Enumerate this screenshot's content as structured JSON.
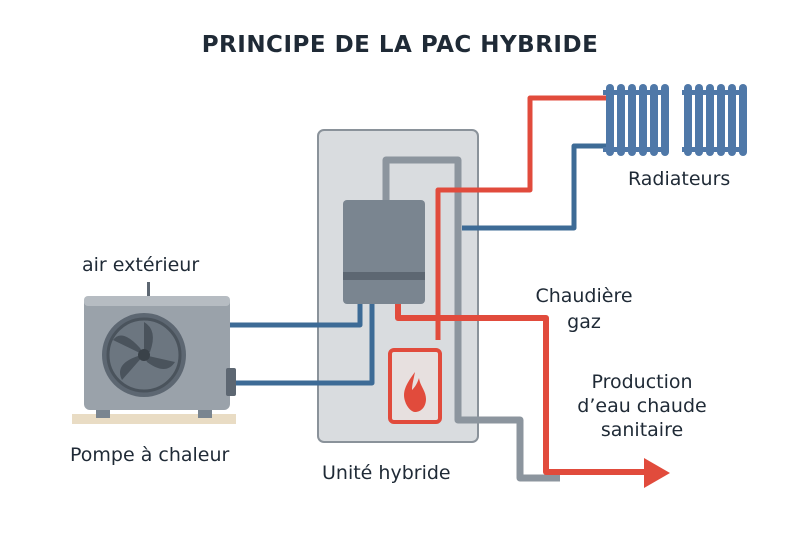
{
  "title": "PRINCIPE DE LA PAC HYBRIDE",
  "labels": {
    "outside_air": "air extérieur",
    "heat_pump": "Pompe à chaleur",
    "hybrid_unit": "Unité hybride",
    "radiators": "Radiateurs",
    "boiler_line1": "Chaudière",
    "boiler_line2": "gaz",
    "dhw_line1": "Production",
    "dhw_line2": "d’eau chaude",
    "dhw_line3": "sanitaire"
  },
  "colors": {
    "hot_pipe": "#e14b3c",
    "cold_pipe": "#3d6b96",
    "grey_pipe": "#8c959e",
    "unit_body": "#d9dcdf",
    "unit_outline": "#8a929a",
    "boiler_module": "#7a8590",
    "radiator": "#4f78a8",
    "flame": "#e14b3c",
    "text": "#1f2a36"
  },
  "icons": [
    "fan-icon",
    "flame-icon",
    "radiator-icon"
  ]
}
